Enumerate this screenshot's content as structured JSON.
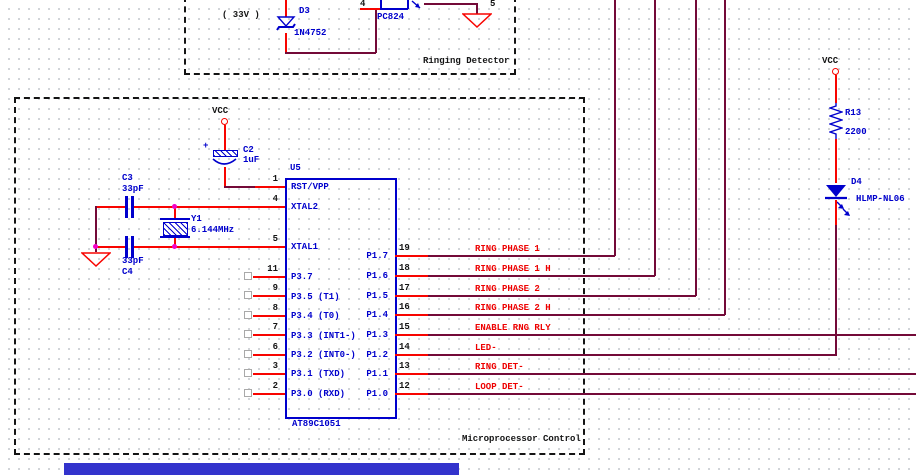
{
  "colors": {
    "wire_bus": "#730a38",
    "wire_red": "#f80400",
    "component_blue": "#0000cc",
    "net_label_red": "#ee0000",
    "junction_pink": "#f400c8",
    "text_black": "#151515",
    "bottom_bar_blue": "#3333cc"
  },
  "ringing_detector": {
    "title": "Ringing Detector",
    "voltage_note": "( 33V )",
    "d3": {
      "ref": "D3",
      "value": "1N4752"
    },
    "opto": {
      "ref": "PC824",
      "pin4": "4",
      "pin5": "5"
    }
  },
  "mcu": {
    "title": "Microprocessor Control",
    "vcc_label": "VCC",
    "c2": {
      "ref": "C2",
      "value": "1uF",
      "plus": "+"
    },
    "c3": {
      "ref": "C3",
      "value": "33pF"
    },
    "c4": {
      "ref": "C4",
      "value": "33pF"
    },
    "y1": {
      "ref": "Y1",
      "value": "6.144MHz"
    },
    "u5": {
      "ref": "U5",
      "part": "AT89C1051",
      "left_pins": [
        {
          "num": "1",
          "name": "RST/VPP"
        },
        {
          "num": "4",
          "name": "XTAL2"
        },
        {
          "num": "5",
          "name": "XTAL1"
        },
        {
          "num": "11",
          "name": "P3.7"
        },
        {
          "num": "9",
          "name": "P3.5 (T1)"
        },
        {
          "num": "8",
          "name": "P3.4 (T0)"
        },
        {
          "num": "7",
          "name": "P3.3 (INT1-)"
        },
        {
          "num": "6",
          "name": "P3.2 (INT0-)"
        },
        {
          "num": "3",
          "name": "P3.1 (TXD)"
        },
        {
          "num": "2",
          "name": "P3.0 (RXD)"
        }
      ],
      "right_pins": [
        {
          "num": "19",
          "name": "P1.7",
          "net": "RING PHASE 1"
        },
        {
          "num": "18",
          "name": "P1.6",
          "net": "RING PHASE 1 H"
        },
        {
          "num": "17",
          "name": "P1.5",
          "net": "RING PHASE 2"
        },
        {
          "num": "16",
          "name": "P1.4",
          "net": "RING PHASE 2 H"
        },
        {
          "num": "15",
          "name": "P1.3",
          "net": "ENABLE RNG RLY"
        },
        {
          "num": "14",
          "name": "P1.2",
          "net": "LED-"
        },
        {
          "num": "13",
          "name": "P1.1",
          "net": "RING DET-"
        },
        {
          "num": "12",
          "name": "P1.0",
          "net": "LOOP DET-"
        }
      ]
    }
  },
  "led_branch": {
    "vcc_label": "VCC",
    "r13": {
      "ref": "R13",
      "value": "2200"
    },
    "d4": {
      "ref": "D4",
      "value": "HLMP-NL06"
    }
  }
}
